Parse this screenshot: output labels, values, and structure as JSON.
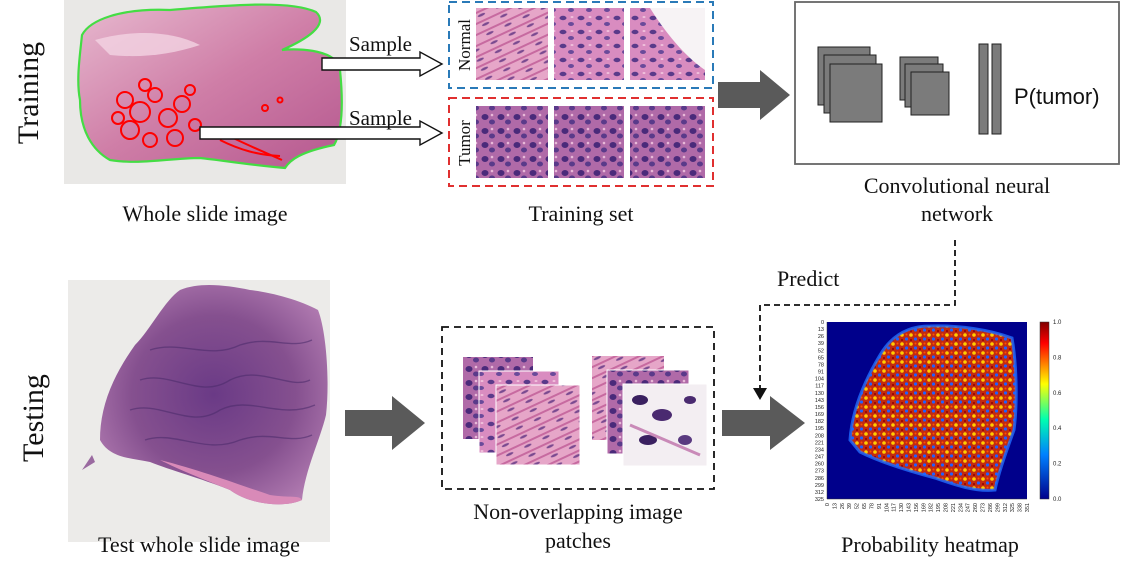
{
  "sections": {
    "training_label": "Training",
    "testing_label": "Testing"
  },
  "training": {
    "sample_labels": [
      "Sample",
      "Sample"
    ],
    "wsi_caption": "Whole slide image",
    "set_caption": "Training set",
    "normal_label": "Normal",
    "tumor_label": "Tumor",
    "cnn_output": "P(tumor)",
    "cnn_caption_line1": "Convolutional neural",
    "cnn_caption_line2": "network"
  },
  "testing": {
    "predict_label": "Predict",
    "wsi_caption": "Test whole slide image",
    "patches_caption_line1": "Non-overlapping image",
    "patches_caption_line2": "patches",
    "heatmap_caption": "Probability heatmap"
  },
  "heatmap": {
    "y_ticks": [
      "0",
      "13",
      "26",
      "39",
      "52",
      "65",
      "78",
      "91",
      "104",
      "117",
      "130",
      "143",
      "156",
      "169",
      "182",
      "195",
      "208",
      "221",
      "234",
      "247",
      "260",
      "273",
      "286",
      "299",
      "312",
      "325"
    ],
    "x_ticks": [
      "0",
      "13",
      "26",
      "39",
      "52",
      "65",
      "78",
      "91",
      "104",
      "117",
      "130",
      "143",
      "156",
      "169",
      "182",
      "195",
      "208",
      "221",
      "234",
      "247",
      "260",
      "273",
      "286",
      "299",
      "312",
      "325",
      "338",
      "351"
    ],
    "colorbar_ticks": [
      "1.0",
      "0.8",
      "0.6",
      "0.4",
      "0.2",
      "0.0"
    ]
  },
  "colors": {
    "normal_box": "#2a7ab8",
    "tumor_box": "#e03030",
    "wsi_outline": "#44dd44",
    "tumor_outline": "#ff0000",
    "arrow_gray": "#5a5a5a",
    "heatmap_bg": "#00008b"
  }
}
